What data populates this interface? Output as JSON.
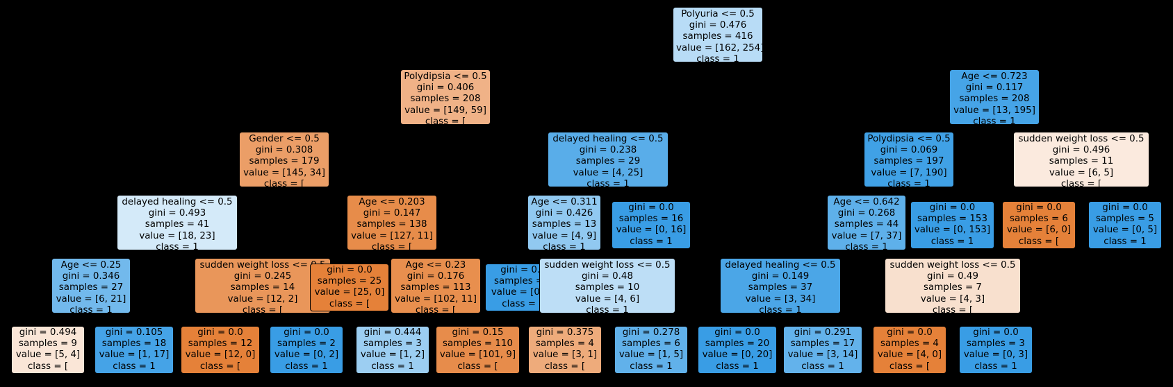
{
  "nodes": [
    {
      "id": "n0",
      "lines": [
        "Polyuria <= 0.5",
        "gini = 0.476",
        "samples = 416",
        "value = [162, 254]",
        "class = 1"
      ],
      "fill": "#b8dcf6"
    },
    {
      "id": "n1",
      "lines": [
        "Polydipsia <= 0.5",
        "gini = 0.406",
        "samples = 208",
        "value = [149, 59]",
        "class = ["
      ],
      "fill": "#f0b287"
    },
    {
      "id": "n2",
      "lines": [
        "Age <= 0.723",
        "gini = 0.117",
        "samples = 208",
        "value = [13, 195]",
        "class = 1"
      ],
      "fill": "#46a4e7"
    },
    {
      "id": "n3",
      "lines": [
        "Gender <= 0.5",
        "gini = 0.308",
        "samples = 179",
        "value = [145, 34]",
        "class = ["
      ],
      "fill": "#eb9e67"
    },
    {
      "id": "n4",
      "lines": [
        "delayed healing <= 0.5",
        "gini = 0.238",
        "samples = 29",
        "value = [4, 25]",
        "class = 1"
      ],
      "fill": "#59ade9"
    },
    {
      "id": "n5",
      "lines": [
        "Polydipsia <= 0.5",
        "gini = 0.069",
        "samples = 197",
        "value = [7, 190]",
        "class = 1"
      ],
      "fill": "#40a1e6"
    },
    {
      "id": "n6",
      "lines": [
        "sudden weight loss <= 0.5",
        "gini = 0.496",
        "samples = 11",
        "value = [6, 5]",
        "class = ["
      ],
      "fill": "#fbeade"
    },
    {
      "id": "n7",
      "lines": [
        "delayed healing <= 0.5",
        "gini = 0.493",
        "samples = 41",
        "value = [18, 23]",
        "class = 1"
      ],
      "fill": "#d4eaf9"
    },
    {
      "id": "n8",
      "lines": [
        "Age <= 0.203",
        "gini = 0.147",
        "samples = 138",
        "value = [127, 11]",
        "class = ["
      ],
      "fill": "#e78c4a"
    },
    {
      "id": "n9",
      "lines": [
        "Age <= 0.311",
        "gini = 0.426",
        "samples = 13",
        "value = [4, 9]",
        "class = 1"
      ],
      "fill": "#91c9f1"
    },
    {
      "id": "n10",
      "lines": [
        "gini = 0.0",
        "samples = 16",
        "value = [0, 16]",
        "class = 1"
      ],
      "fill": "#399de5"
    },
    {
      "id": "n11",
      "lines": [
        "Age <= 0.642",
        "gini = 0.268",
        "samples = 44",
        "value = [7, 37]",
        "class = 1"
      ],
      "fill": "#5eb0ea"
    },
    {
      "id": "n12",
      "lines": [
        "gini = 0.0",
        "samples = 153",
        "value = [0, 153]",
        "class = 1"
      ],
      "fill": "#399de5"
    },
    {
      "id": "n13",
      "lines": [
        "gini = 0.0",
        "samples = 6",
        "value = [6, 0]",
        "class = ["
      ],
      "fill": "#e58139"
    },
    {
      "id": "n14",
      "lines": [
        "gini = 0.0",
        "samples = 5",
        "value = [0, 5]",
        "class = 1"
      ],
      "fill": "#399de5"
    },
    {
      "id": "n15",
      "lines": [
        "Age <= 0.25",
        "gini = 0.346",
        "samples = 27",
        "value = [6, 21]",
        "class = 1"
      ],
      "fill": "#72b9ec"
    },
    {
      "id": "n16",
      "lines": [
        "sudden weight loss <= 0.5",
        "gini = 0.245",
        "samples = 14",
        "value = [12, 2]",
        "class = ["
      ],
      "fill": "#e9965a"
    },
    {
      "id": "n17",
      "lines": [
        "gini = 0.0",
        "samples = 25",
        "value = [25, 0]",
        "class = ["
      ],
      "fill": "#e58139"
    },
    {
      "id": "n18",
      "lines": [
        "Age <= 0.23",
        "gini = 0.176",
        "samples = 113",
        "value = [102, 11]",
        "class = ["
      ],
      "fill": "#e88f4e"
    },
    {
      "id": "n19",
      "lines": [
        "gini = 0.1",
        "samples = 3",
        "value = [0, 3]",
        "class = 1"
      ],
      "fill": "#399de5"
    },
    {
      "id": "n20",
      "lines": [
        "sudden weight loss <= 0.5",
        "gini = 0.48",
        "samples = 10",
        "value = [4, 6]",
        "class = 1"
      ],
      "fill": "#bddef6"
    },
    {
      "id": "n21",
      "lines": [
        "delayed healing <= 0.5",
        "gini = 0.149",
        "samples = 37",
        "value = [3, 34]",
        "class = 1"
      ],
      "fill": "#4ba6e7"
    },
    {
      "id": "n22",
      "lines": [
        "sudden weight loss <= 0.5",
        "gini = 0.49",
        "samples = 7",
        "value = [4, 3]",
        "class = ["
      ],
      "fill": "#f8e0ce"
    },
    {
      "id": "n23",
      "lines": [
        "gini = 0.494",
        "samples = 9",
        "value = [5, 4]",
        "class = ["
      ],
      "fill": "#fae6d7"
    },
    {
      "id": "n24",
      "lines": [
        "gini = 0.105",
        "samples = 18",
        "value = [1, 17]",
        "class = 1"
      ],
      "fill": "#45a3e7"
    },
    {
      "id": "n25",
      "lines": [
        "gini = 0.0",
        "samples = 12",
        "value = [12, 0]",
        "class = ["
      ],
      "fill": "#e58139"
    },
    {
      "id": "n26",
      "lines": [
        "gini = 0.0",
        "samples = 2",
        "value = [0, 2]",
        "class = 1"
      ],
      "fill": "#399de5"
    },
    {
      "id": "n27",
      "lines": [
        "gini = 0.444",
        "samples = 3",
        "value = [1, 2]",
        "class = 1"
      ],
      "fill": "#9ccef2"
    },
    {
      "id": "n28",
      "lines": [
        "gini = 0.15",
        "samples = 110",
        "value = [101, 9]",
        "class = ["
      ],
      "fill": "#e78c4b"
    },
    {
      "id": "n29",
      "lines": [
        "gini = 0.375",
        "samples = 4",
        "value = [3, 1]",
        "class = ["
      ],
      "fill": "#eeab7b"
    },
    {
      "id": "n30",
      "lines": [
        "gini = 0.278",
        "samples = 6",
        "value = [1, 5]",
        "class = 1"
      ],
      "fill": "#61b1ea"
    },
    {
      "id": "n31",
      "lines": [
        "gini = 0.0",
        "samples = 20",
        "value = [0, 20]",
        "class = 1"
      ],
      "fill": "#399de5"
    },
    {
      "id": "n32",
      "lines": [
        "gini = 0.291",
        "samples = 17",
        "value = [3, 14]",
        "class = 1"
      ],
      "fill": "#63b2eb"
    },
    {
      "id": "n33",
      "lines": [
        "gini = 0.0",
        "samples = 4",
        "value = [4, 0]",
        "class = ["
      ],
      "fill": "#e58139"
    },
    {
      "id": "n34",
      "lines": [
        "gini = 0.0",
        "samples = 3",
        "value = [0, 3]",
        "class = 1"
      ],
      "fill": "#399de5"
    }
  ]
}
